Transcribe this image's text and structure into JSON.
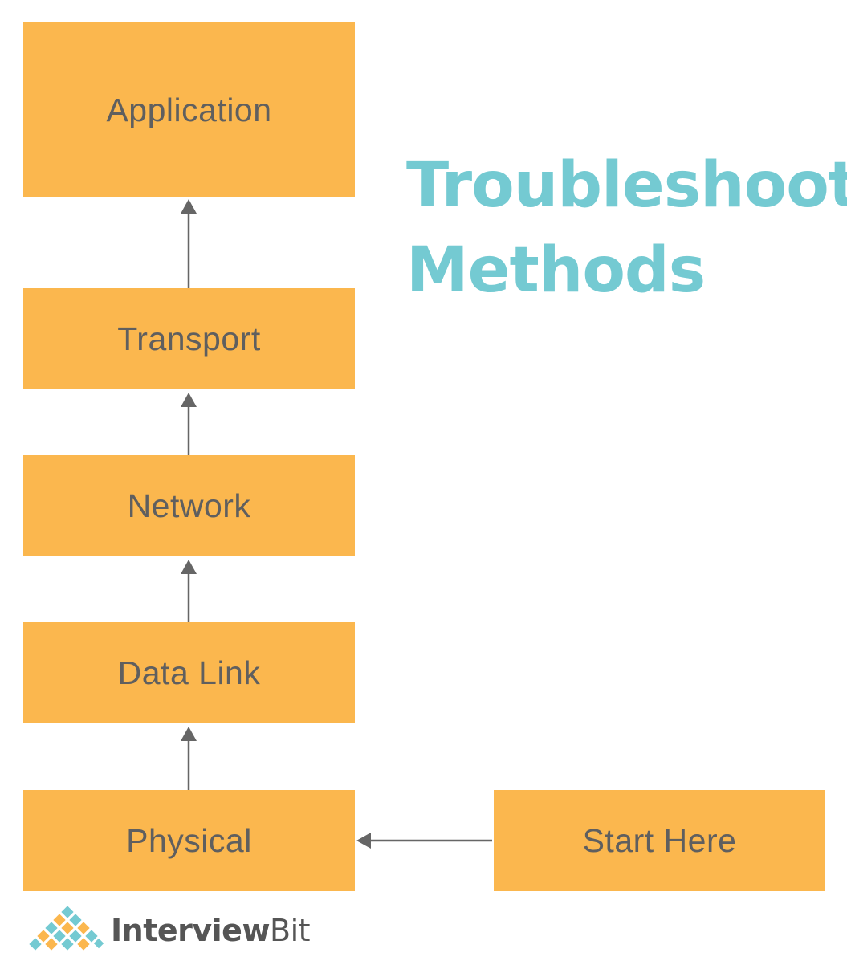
{
  "title": {
    "line1": "Troubleshoot",
    "line2": "Methods"
  },
  "layers": {
    "application": "Application",
    "transport": "Transport",
    "network": "Network",
    "datalink": "Data Link",
    "physical": "Physical"
  },
  "start": "Start Here",
  "logo": {
    "bold": "Interview",
    "regular": "Bit"
  },
  "colors": {
    "box": "#fbb74e",
    "text": "#5f5f5f",
    "title": "#74cad2",
    "arrow": "#666666",
    "logo_teal": "#74cad2",
    "logo_orange": "#fbb74e"
  }
}
